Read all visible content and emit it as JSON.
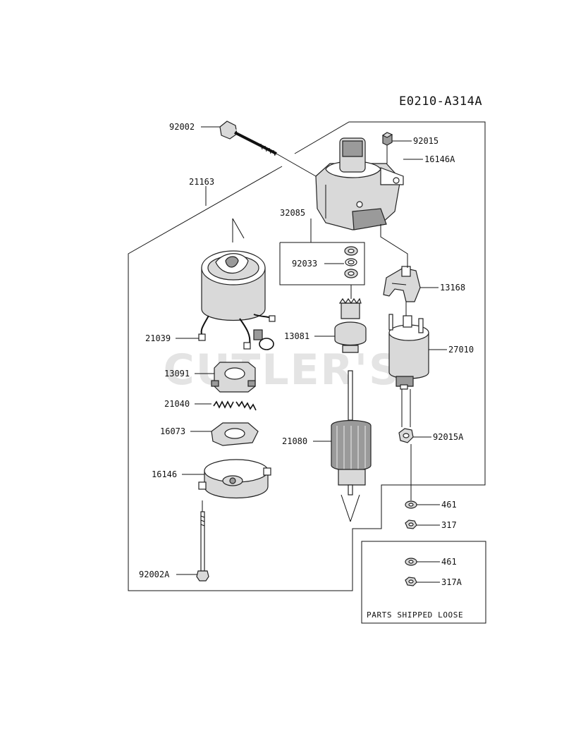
{
  "diagram_code": "E0210-A314A",
  "watermark": "CUTLER'S",
  "note": "PARTS SHIPPED LOOSE",
  "parts": {
    "p92002": "92002",
    "p92015": "92015",
    "p16146A": "16146A",
    "p21163": "21163",
    "p32085": "32085",
    "p92033": "92033",
    "p13168": "13168",
    "p21039": "21039",
    "p13081": "13081",
    "p27010": "27010",
    "p13091": "13091",
    "p21040": "21040",
    "p16073": "16073",
    "p92015A": "92015A",
    "p21080": "21080",
    "p16146": "16146",
    "p461": "461",
    "p317": "317",
    "p461_loose": "461",
    "p317A": "317A",
    "p92002A": "92002A"
  }
}
